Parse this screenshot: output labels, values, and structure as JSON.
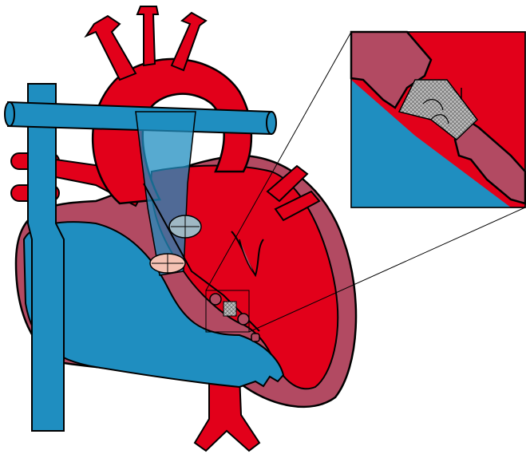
{
  "figure": {
    "subject": "heart-cross-section-with-device-closure",
    "labels": []
  },
  "colors": {
    "oxygenated": "#e2001a",
    "deoxygenated": "#1f8ec0",
    "myocardium": "#b24a62",
    "valve": "#f4c2b4",
    "device": "#9a9a9a",
    "outline": "#000000",
    "background": "#ffffff"
  },
  "icons": [
    "heart-illustration",
    "septal-occluder-device",
    "magnified-inset"
  ]
}
